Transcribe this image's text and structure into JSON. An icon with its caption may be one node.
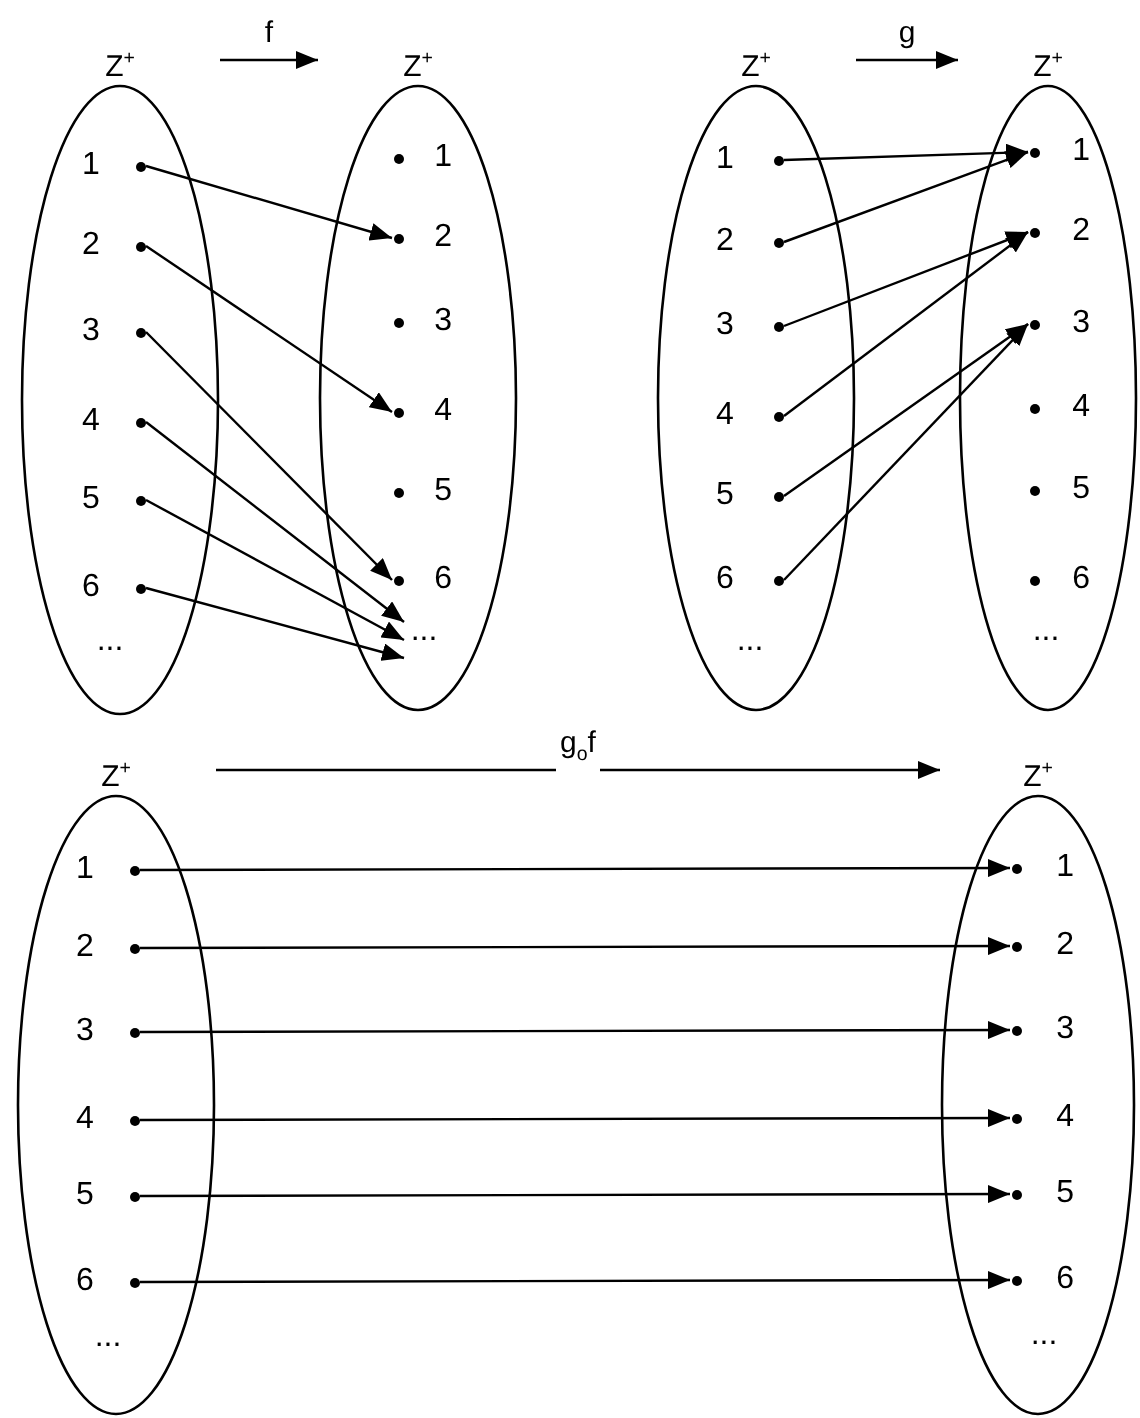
{
  "diagram": {
    "nodes": [
      {
        "text": [
          "Z$^{+}$"
        ]
      },
      {
        "text": [
          "1"
        ],
        "in": 0
      },
      {
        "text": [
          "2"
        ],
        "in": 0
      },
      {
        "text": [
          "3"
        ],
        "in": 0
      },
      {
        "text": [
          "4"
        ],
        "in": 0
      },
      {
        "text": [
          "5"
        ],
        "in": 0
      },
      {
        "text": [
          "6"
        ],
        "in": 0
      },
      {
        "text": [
          "..."
        ],
        "in": 0
      },
      {
        "text": [
          "Z$^{+}$"
        ]
      },
      {
        "text": [
          "1"
        ],
        "in": 8
      },
      {
        "text": [
          "2"
        ],
        "in": 8
      },
      {
        "text": [
          "3"
        ],
        "in": 8
      },
      {
        "text": [
          "4"
        ],
        "in": 8
      },
      {
        "text": [
          "5"
        ],
        "in": 8
      },
      {
        "text": [
          "6"
        ],
        "in": 8
      },
      {
        "text": [
          "..."
        ],
        "in": 8
      },
      {
        "text": [
          "Z$^{+}$"
        ]
      },
      {
        "text": [
          "1"
        ],
        "in": 16
      },
      {
        "text": [
          "2"
        ],
        "in": 16
      },
      {
        "text": [
          "3"
        ],
        "in": 16
      },
      {
        "text": [
          "4"
        ],
        "in": 16
      },
      {
        "text": [
          "5"
        ],
        "in": 16
      },
      {
        "text": [
          "6"
        ],
        "in": 16
      },
      {
        "text": [
          "..."
        ],
        "in": 16
      },
      {
        "text": [
          "Z$^{+}$"
        ]
      },
      {
        "text": [
          "1"
        ],
        "in": 24
      },
      {
        "text": [
          "2"
        ],
        "in": 24
      },
      {
        "text": [
          "3"
        ],
        "in": 24
      },
      {
        "text": [
          "4"
        ],
        "in": 24
      },
      {
        "text": [
          "5"
        ],
        "in": 24
      },
      {
        "text": [
          "6"
        ],
        "in": 24
      },
      {
        "text": [
          "..."
        ],
        "in": 24
      },
      {
        "text": [
          "Z$^{+}$"
        ]
      },
      {
        "text": [
          "1"
        ],
        "in": 32
      },
      {
        "text": [
          "2"
        ],
        "in": 32
      },
      {
        "text": [
          "3"
        ],
        "in": 32
      },
      {
        "text": [
          "4"
        ],
        "in": 32
      },
      {
        "text": [
          "5"
        ],
        "in": 32
      },
      {
        "text": [
          "6"
        ],
        "in": 32
      },
      {
        "text": [
          "..."
        ],
        "in": 32
      },
      {
        "text": [
          "Z$^{+}$"
        ]
      },
      {
        "text": [
          "1"
        ],
        "in": 40
      },
      {
        "text": [
          "2"
        ],
        "in": 40
      },
      {
        "text": [
          "3"
        ],
        "in": 40
      },
      {
        "text": [
          "4"
        ],
        "in": 40
      },
      {
        "text": [
          "5"
        ],
        "in": 40
      },
      {
        "text": [
          "6"
        ],
        "in": 40
      },
      {
        "text": [
          "..."
        ],
        "in": 40
      }
    ],
    "edges": [
      {
        "from": 0,
        "to": 8,
        "arrow": "to",
        "label": "f"
      },
      {
        "from": 1,
        "to": 10,
        "arrow": "to"
      },
      {
        "from": 2,
        "to": 12,
        "arrow": "to"
      },
      {
        "from": 3,
        "to": 14,
        "arrow": "to"
      },
      {
        "from": 4,
        "to": 15,
        "arrow": "to"
      },
      {
        "from": 5,
        "to": 15,
        "arrow": "to"
      },
      {
        "from": 6,
        "to": 15,
        "arrow": "to"
      },
      {
        "from": 16,
        "to": 24,
        "arrow": "to",
        "label": "g"
      },
      {
        "from": 17,
        "to": 25,
        "arrow": "to"
      },
      {
        "from": 18,
        "to": 25,
        "arrow": "to"
      },
      {
        "from": 19,
        "to": 26,
        "arrow": "to"
      },
      {
        "from": 20,
        "to": 26,
        "arrow": "to"
      },
      {
        "from": 21,
        "to": 27,
        "arrow": "to"
      },
      {
        "from": 22,
        "to": 27,
        "arrow": "to"
      },
      {
        "from": 32,
        "to": 40,
        "arrow": "to",
        "label": "g$_{o}$f"
      },
      {
        "from": 33,
        "to": 41,
        "arrow": "to"
      },
      {
        "from": 34,
        "to": 42,
        "arrow": "to"
      },
      {
        "from": 35,
        "to": 43,
        "arrow": "to"
      },
      {
        "from": 36,
        "to": 44,
        "arrow": "to"
      },
      {
        "from": 37,
        "to": 45,
        "arrow": "to"
      },
      {
        "from": 38,
        "to": 46,
        "arrow": "to"
      }
    ]
  }
}
